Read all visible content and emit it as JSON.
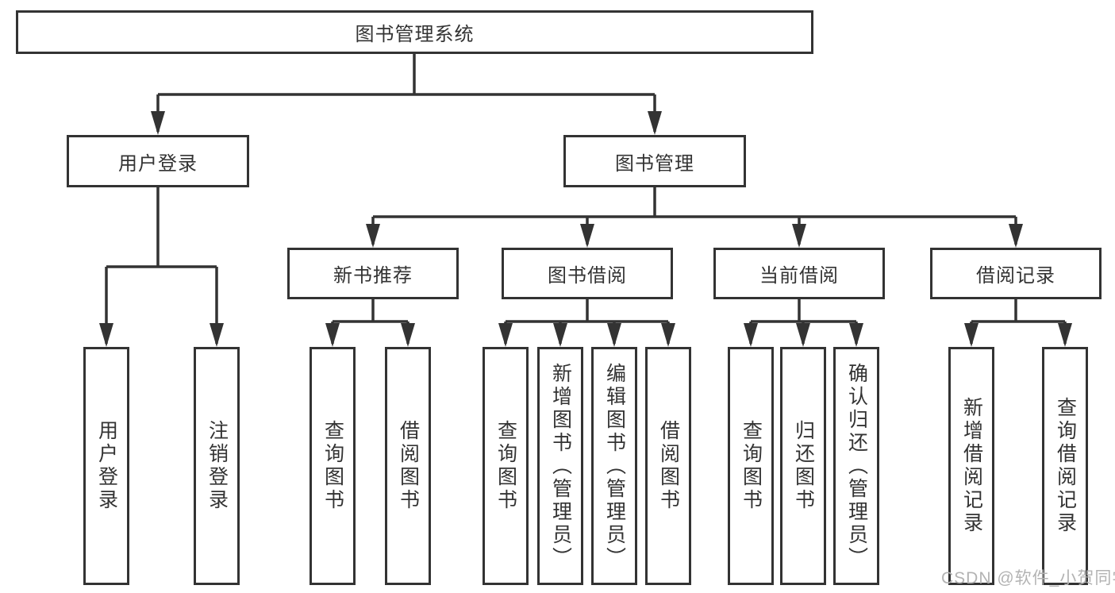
{
  "colors": {
    "line": "#333333",
    "box_fill": "#ffffff",
    "text": "#333333",
    "watermark": "#b3b3b3",
    "background": "#ffffff"
  },
  "diagram": {
    "root": {
      "label": "图书管理系统"
    },
    "level2": [
      {
        "label": "用户登录"
      },
      {
        "label": "图书管理"
      }
    ],
    "level3": [
      {
        "label": "新书推荐",
        "parent": "图书管理"
      },
      {
        "label": "图书借阅",
        "parent": "图书管理"
      },
      {
        "label": "当前借阅",
        "parent": "图书管理"
      },
      {
        "label": "借阅记录",
        "parent": "图书管理"
      }
    ],
    "leaves": [
      {
        "label": "用户登录",
        "parent": "用户登录"
      },
      {
        "label": "注销登录",
        "parent": "用户登录"
      },
      {
        "label": "查询图书",
        "parent": "新书推荐"
      },
      {
        "label": "借阅图书",
        "parent": "新书推荐"
      },
      {
        "label": "查询图书",
        "parent": "图书借阅"
      },
      {
        "label": "新增图书（管理员）",
        "parent": "图书借阅"
      },
      {
        "label": "编辑图书（管理员）",
        "parent": "图书借阅"
      },
      {
        "label": "借阅图书",
        "parent": "图书借阅"
      },
      {
        "label": "查询图书",
        "parent": "当前借阅"
      },
      {
        "label": "归还图书",
        "parent": "当前借阅"
      },
      {
        "label": "确认归还（管理员）",
        "parent": "当前借阅"
      },
      {
        "label": "新增借阅记录",
        "parent": "借阅记录"
      },
      {
        "label": "查询借阅记录",
        "parent": "借阅记录"
      }
    ]
  },
  "watermark": {
    "text": "CSDN @软件_小贺同学"
  }
}
